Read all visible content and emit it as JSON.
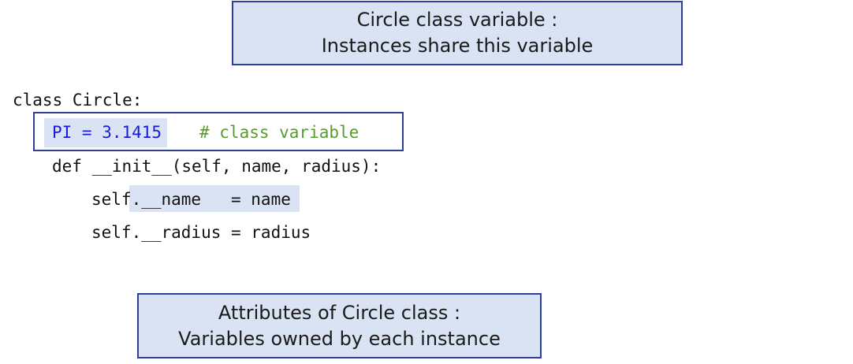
{
  "callouts": {
    "class_variable": {
      "line1": "Circle class variable :",
      "line2": "Instances share this variable"
    },
    "instance_attributes": {
      "line1": "Attributes of Circle class :",
      "line2": "Variables owned by each instance"
    }
  },
  "code": {
    "class_decl": "class Circle:",
    "pi_assignment": "PI = 3.1415",
    "pi_comment": "# class variable",
    "init_def": "def __init__(self, name, radius):",
    "name_assignment": "self.__name   = name",
    "radius_assignment": "self.__radius = radius"
  },
  "colors": {
    "callout_fill": "#dae3f3",
    "callout_border": "#2f3f98",
    "keyword_blue": "#1a1adc",
    "comment_green": "#5a9a32"
  }
}
